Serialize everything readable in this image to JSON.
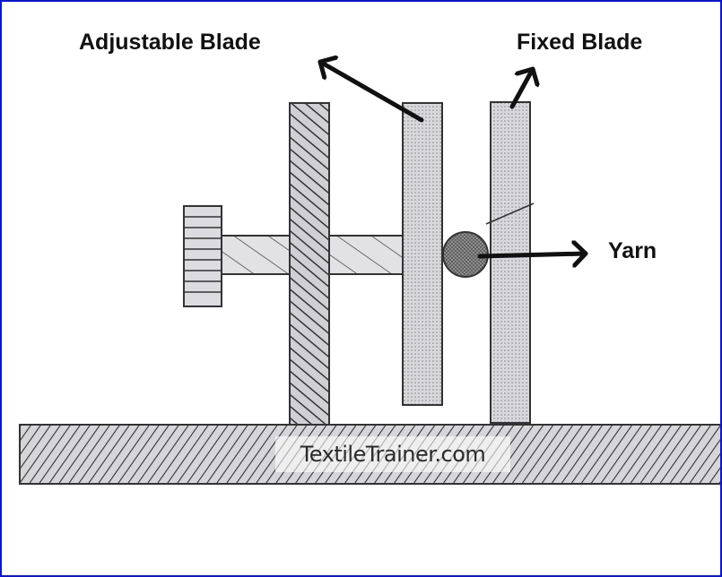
{
  "labels": {
    "adjustable_blade": "Adjustable Blade",
    "fixed_blade": "Fixed Blade",
    "yarn": "Yarn"
  },
  "watermark": "TextileTrainer.com",
  "colors": {
    "border": "#0a14d8",
    "part_fill": "#d4d4d8",
    "ink": "#111111"
  }
}
